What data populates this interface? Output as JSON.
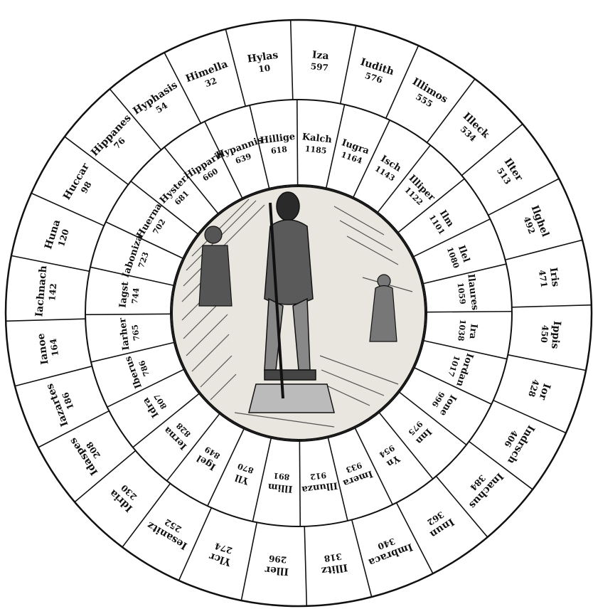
{
  "outer_ring": [
    {
      "name": "Hylas",
      "number": "10"
    },
    {
      "name": "Iza",
      "number": "597"
    },
    {
      "name": "Iudith",
      "number": "576"
    },
    {
      "name": "Illimos",
      "number": "555"
    },
    {
      "name": "Illeck",
      "number": "534"
    },
    {
      "name": "Ilter",
      "number": "513"
    },
    {
      "name": "Ilghel",
      "number": "492"
    },
    {
      "name": "Iris",
      "number": "471"
    },
    {
      "name": "Ippis",
      "number": "450"
    },
    {
      "name": "Ior",
      "number": "428"
    },
    {
      "name": "Indrsch",
      "number": "406"
    },
    {
      "name": "Inachus",
      "number": "384"
    },
    {
      "name": "Inun",
      "number": "362"
    },
    {
      "name": "Imbraca",
      "number": "340"
    },
    {
      "name": "Illitz",
      "number": "318"
    },
    {
      "name": "Iller",
      "number": "296"
    },
    {
      "name": "Ylcr",
      "number": "274"
    },
    {
      "name": "Iesanitz",
      "number": "252"
    },
    {
      "name": "Idria",
      "number": "230"
    },
    {
      "name": "Idaspes",
      "number": "208"
    },
    {
      "name": "Iazartes",
      "number": "186"
    },
    {
      "name": "Ianoe",
      "number": "164"
    },
    {
      "name": "Iachnach",
      "number": "142"
    },
    {
      "name": "Huna",
      "number": "120"
    },
    {
      "name": "Huccar",
      "number": "98"
    },
    {
      "name": "Hippanes",
      "number": "76"
    },
    {
      "name": "Hyphasis",
      "number": "54"
    },
    {
      "name": "Himella",
      "number": "32"
    }
  ],
  "inner_ring": [
    {
      "name": "Kalch",
      "number": "1185"
    },
    {
      "name": "Iugra",
      "number": "1164"
    },
    {
      "name": "Isch",
      "number": "1143"
    },
    {
      "name": "Illiper",
      "number": "1122"
    },
    {
      "name": "Ilm",
      "number": "1101"
    },
    {
      "name": "Ilel",
      "number": "1080"
    },
    {
      "name": "Ilaures",
      "number": "1059"
    },
    {
      "name": "Ira",
      "number": "1038"
    },
    {
      "name": "Iordan",
      "number": "1017"
    },
    {
      "name": "Ione",
      "number": "996"
    },
    {
      "name": "Inn",
      "number": "975"
    },
    {
      "name": "Yn",
      "number": "954"
    },
    {
      "name": "Imera",
      "number": "933"
    },
    {
      "name": "Illunza",
      "number": "912"
    },
    {
      "name": "Illim",
      "number": "891"
    },
    {
      "name": "Yll",
      "number": "870"
    },
    {
      "name": "Igel",
      "number": "849"
    },
    {
      "name": "Ierna",
      "number": "828"
    },
    {
      "name": "Idra",
      "number": "807"
    },
    {
      "name": "Iberus",
      "number": "786"
    },
    {
      "name": "Iarher",
      "number": "765"
    },
    {
      "name": "Iagst",
      "number": "744"
    },
    {
      "name": "Iaboniza",
      "number": "723"
    },
    {
      "name": "Huerna",
      "number": "702"
    },
    {
      "name": "Hyster",
      "number": "681"
    },
    {
      "name": "Hipparis",
      "number": "660"
    },
    {
      "name": "Hypannis",
      "number": "639"
    },
    {
      "name": "Hillige",
      "number": "618"
    }
  ]
}
